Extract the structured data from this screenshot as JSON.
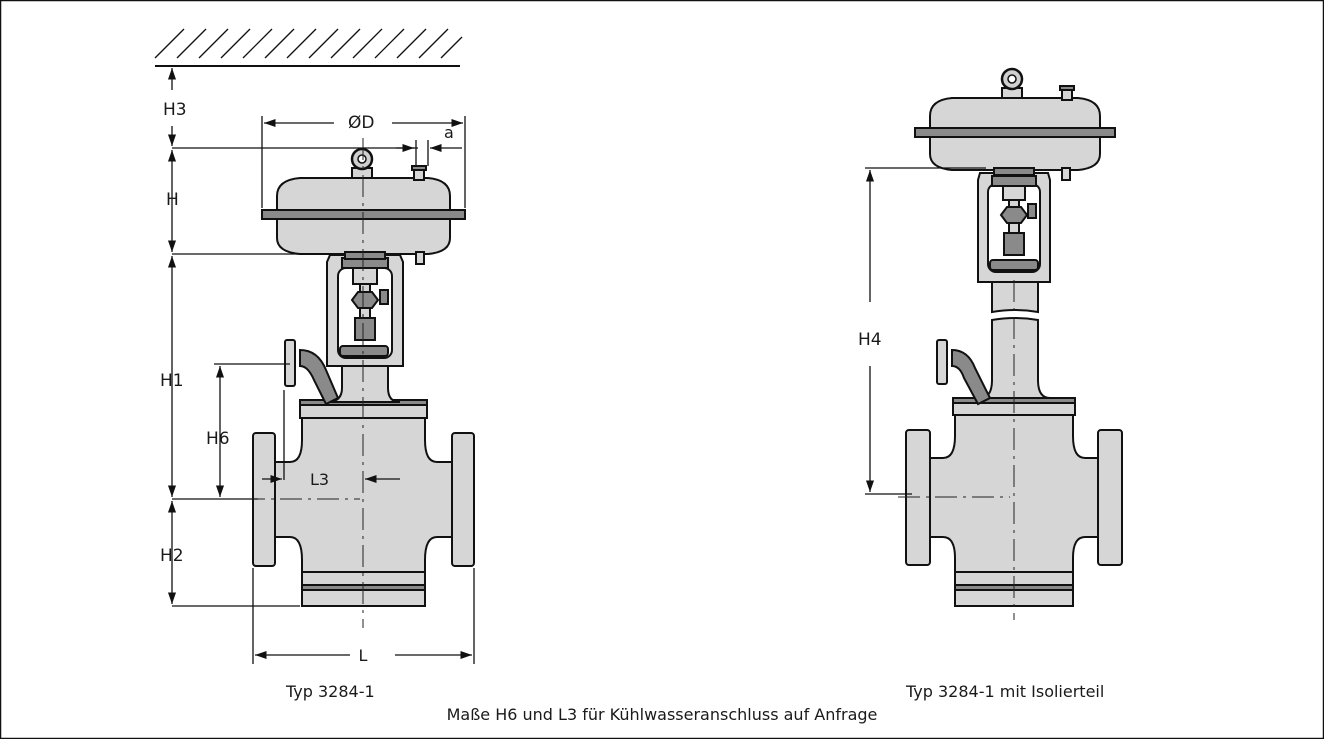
{
  "dimensions": {
    "h3": "H3",
    "h": "H",
    "h1": "H1",
    "h2": "H2",
    "h6": "H6",
    "diameter": "ØD",
    "a": "a",
    "l3": "L3",
    "l": "L",
    "h4": "H4"
  },
  "captions": {
    "left": "Typ 3284-1",
    "right": "Typ 3284-1 mit Isolierteil",
    "note": "Maße H6 und L3 für Kühlwasseranschluss auf Anfrage"
  }
}
